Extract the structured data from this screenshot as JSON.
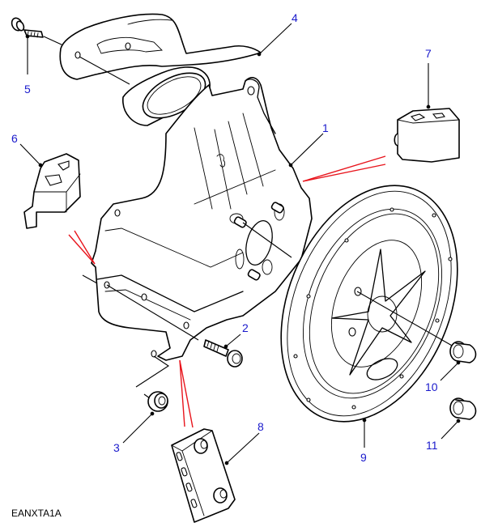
{
  "diagram": {
    "title": "Exploded parts diagram - spare wheel carrier assembly",
    "drawing_code": "EANXTA1A",
    "callout_color": "#1a1acc",
    "guide_line_color": "#e8141c",
    "callouts": [
      {
        "number": "1",
        "part": "carrier-bracket"
      },
      {
        "number": "2",
        "part": "bolt"
      },
      {
        "number": "3",
        "part": "flange-nut"
      },
      {
        "number": "4",
        "part": "upper-mount-arm"
      },
      {
        "number": "5",
        "part": "screw"
      },
      {
        "number": "6",
        "part": "buffer-left"
      },
      {
        "number": "7",
        "part": "buffer-right"
      },
      {
        "number": "8",
        "part": "mounting-plate"
      },
      {
        "number": "9",
        "part": "wheel-mounting-plate"
      },
      {
        "number": "10",
        "part": "wheel-nut"
      },
      {
        "number": "11",
        "part": "wheel-nut-locking"
      }
    ]
  }
}
